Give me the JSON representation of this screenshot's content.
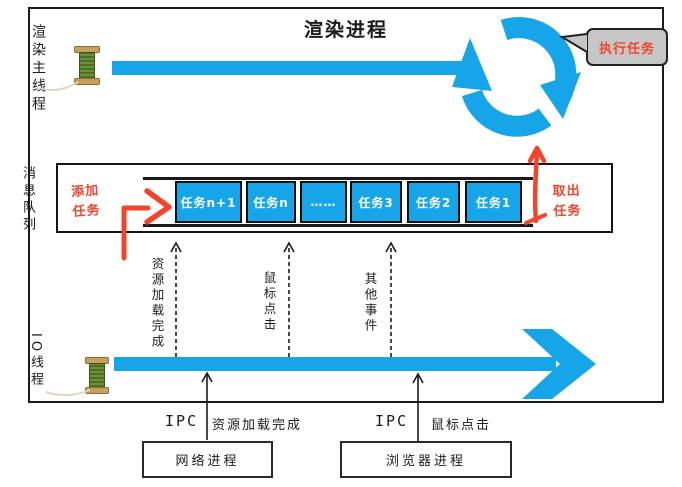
{
  "title": "渲染进程",
  "labels": {
    "main_thread": "渲染主线程",
    "message_queue": "消息队列",
    "io_thread": "IO线程"
  },
  "loop": {
    "callout": "执行任务"
  },
  "queue": {
    "add_task": "添加任务",
    "take_task": "取出任务",
    "cells": [
      "任务n+1",
      "任务n",
      "……",
      "任务3",
      "任务2",
      "任务1"
    ]
  },
  "events": [
    "资源加载完成",
    "鼠标点击",
    "其他事件"
  ],
  "ipc": [
    {
      "label": "IPC",
      "event": "资源加载完成",
      "process": "网络进程"
    },
    {
      "label": "IPC",
      "event": "鼠标点击",
      "process": "浏览器进程"
    }
  ],
  "colors": {
    "blue": "#17a5ea",
    "red": "#f4452c",
    "ink": "#1b1b1b",
    "callout_bg": "#c6c6c6"
  }
}
